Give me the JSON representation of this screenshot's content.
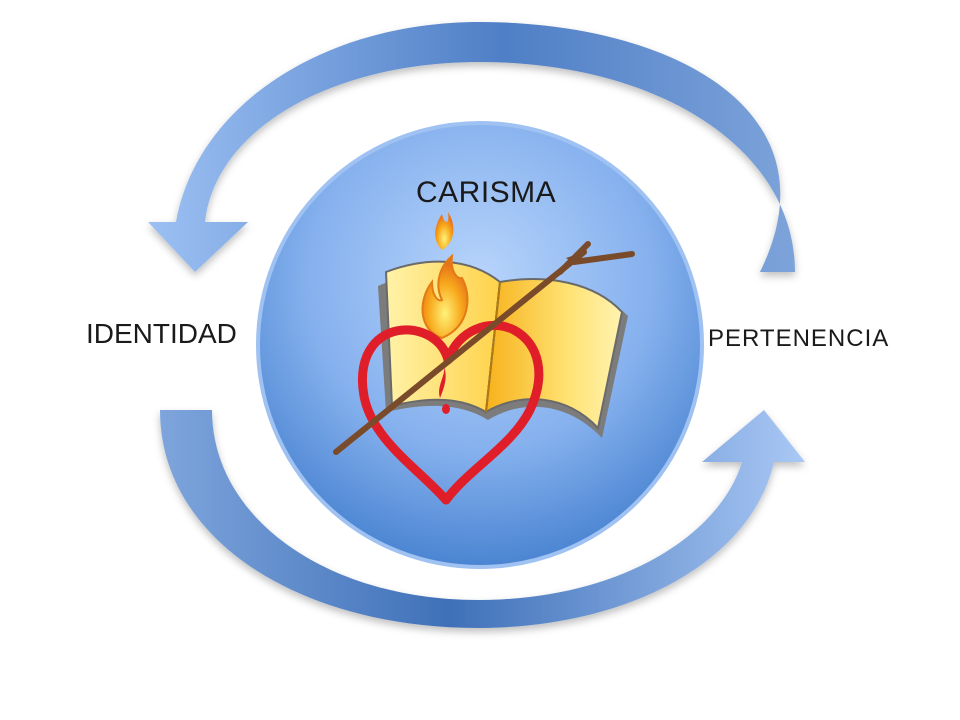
{
  "diagram": {
    "center": {
      "label": "CARISMA",
      "emblem": [
        "open-book-icon",
        "flame-icon",
        "heart-icon",
        "arrow-icon"
      ]
    },
    "left": {
      "label": "IDENTIDAD"
    },
    "right": {
      "label": "PERTENENCIA"
    },
    "cycle": [
      "top-curved-arrow",
      "bottom-curved-arrow"
    ]
  },
  "colors": {
    "circle_light": "#a9c8f7",
    "circle_dark": "#3f7ccc",
    "arrow_light": "#a2c2f2",
    "arrow_dark": "#3f70b8",
    "heart": "#e01e2a",
    "flame": "#f39a1d",
    "book_page": "#ffe27a",
    "arrow_shaft": "#7a4b2a"
  }
}
